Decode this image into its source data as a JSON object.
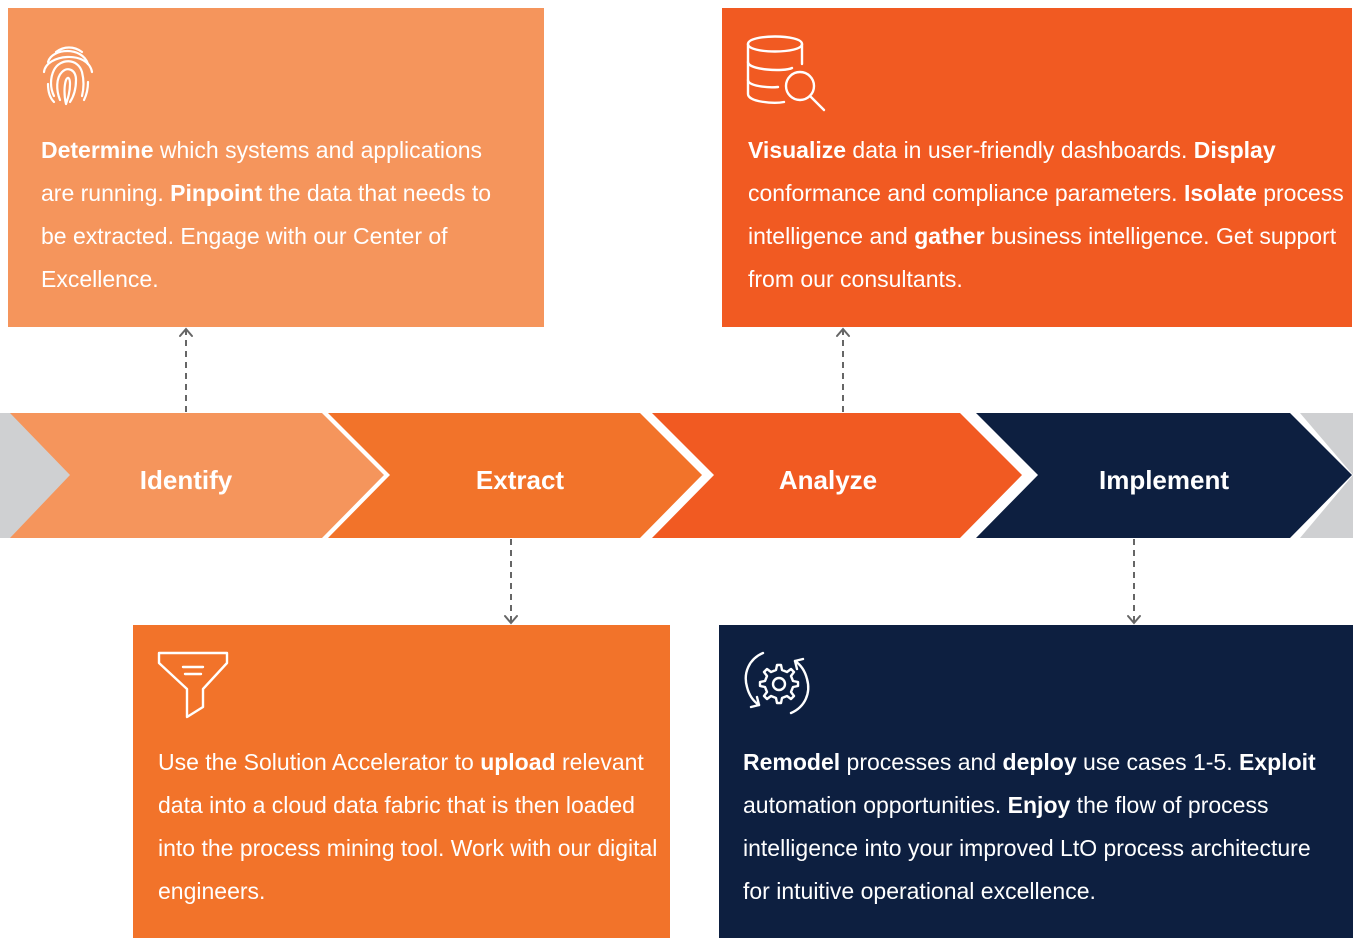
{
  "colors": {
    "identify": "#f5955c",
    "extract": "#f2732a",
    "analyze": "#f15a22",
    "implement": "#0d1f40",
    "side_grey": "#cfd0d2",
    "connector": "#666666"
  },
  "stages": [
    {
      "label": "Identify"
    },
    {
      "label": "Extract"
    },
    {
      "label": "Analyze"
    },
    {
      "label": "Implement"
    }
  ],
  "cards": {
    "identify": {
      "icon": "fingerprint-icon",
      "segments": [
        {
          "text": "Determine",
          "bold": true
        },
        {
          "text": " which systems and applications are running. ",
          "bold": false
        },
        {
          "text": "Pinpoint",
          "bold": true
        },
        {
          "text": " the data that needs to be extracted. Engage with our Center of Excellence.",
          "bold": false
        }
      ]
    },
    "analyze": {
      "icon": "database-search-icon",
      "segments": [
        {
          "text": "Visualize",
          "bold": true
        },
        {
          "text": " data in user-friendly dashboards. ",
          "bold": false
        },
        {
          "text": "Display",
          "bold": true
        },
        {
          "text": " conformance and compliance parameters. ",
          "bold": false
        },
        {
          "text": "Isolate",
          "bold": true
        },
        {
          "text": " process intelligence and ",
          "bold": false
        },
        {
          "text": "gather",
          "bold": true
        },
        {
          "text": " business intelligence. Get support from our consultants.",
          "bold": false
        }
      ]
    },
    "extract": {
      "icon": "filter-icon",
      "segments": [
        {
          "text": "Use the Solution Accelerator to ",
          "bold": false
        },
        {
          "text": "upload",
          "bold": true
        },
        {
          "text": " relevant data into a cloud data fabric that is then loaded into the process mining tool. Work with our digital engineers.",
          "bold": false
        }
      ]
    },
    "implement": {
      "icon": "gear-cycle-icon",
      "segments": [
        {
          "text": "Remodel",
          "bold": true
        },
        {
          "text": " processes and ",
          "bold": false
        },
        {
          "text": "deploy",
          "bold": true
        },
        {
          "text": " use cases 1-5. ",
          "bold": false
        },
        {
          "text": "Exploit",
          "bold": true
        },
        {
          "text": " automation opportunities. ",
          "bold": false
        },
        {
          "text": "Enjoy",
          "bold": true
        },
        {
          "text": " the flow of process intelligence into your improved LtO process architecture for intuitive operational excellence.",
          "bold": false
        }
      ]
    }
  }
}
